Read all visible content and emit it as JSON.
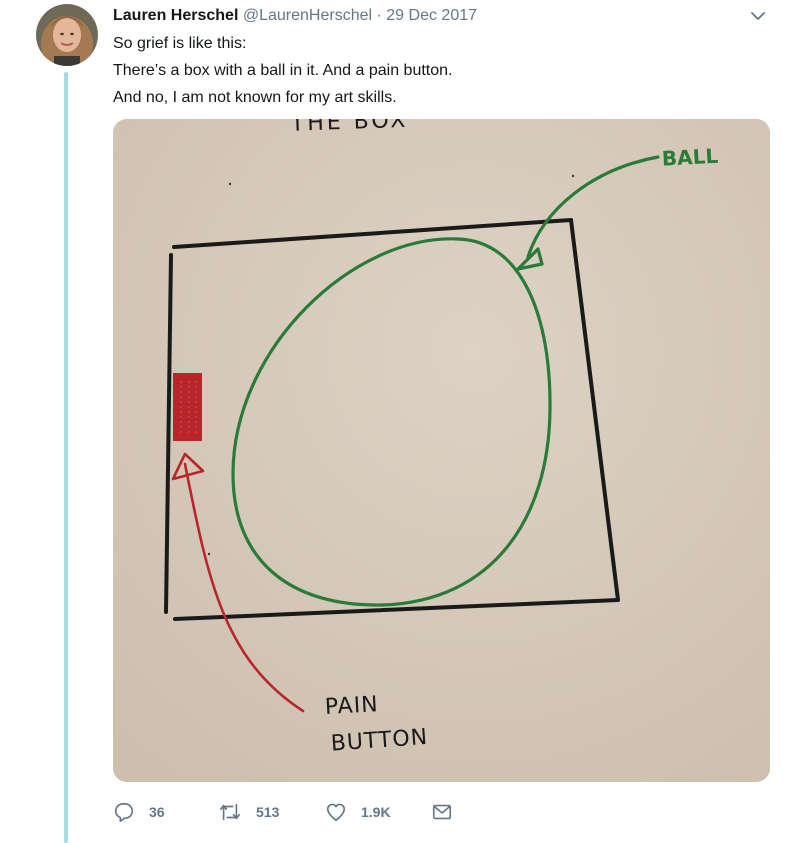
{
  "tweet": {
    "author_name": "Lauren Herschel",
    "author_handle": "@LaurenHerschel",
    "separator": "·",
    "date": "29 Dec 2017",
    "lines": [
      "So grief is like this:",
      "There’s a box with a ball in it. And a pain button.",
      "And no, I am not known for my art skills."
    ],
    "photo": {
      "label_top": "THE BOX",
      "label_ball": "BALL",
      "label_pain_1": "PAIN",
      "label_pain_2": "BUTTON",
      "colors": {
        "paper": "#d7cbbd",
        "box": "#1a1a1a",
        "ball": "#2a7a3a",
        "button": "#b8262c"
      }
    },
    "actions": {
      "replies": "36",
      "retweets": "513",
      "likes": "1.9K"
    }
  },
  "colors": {
    "thread_line": "#a5dde3",
    "muted": "#657786"
  }
}
